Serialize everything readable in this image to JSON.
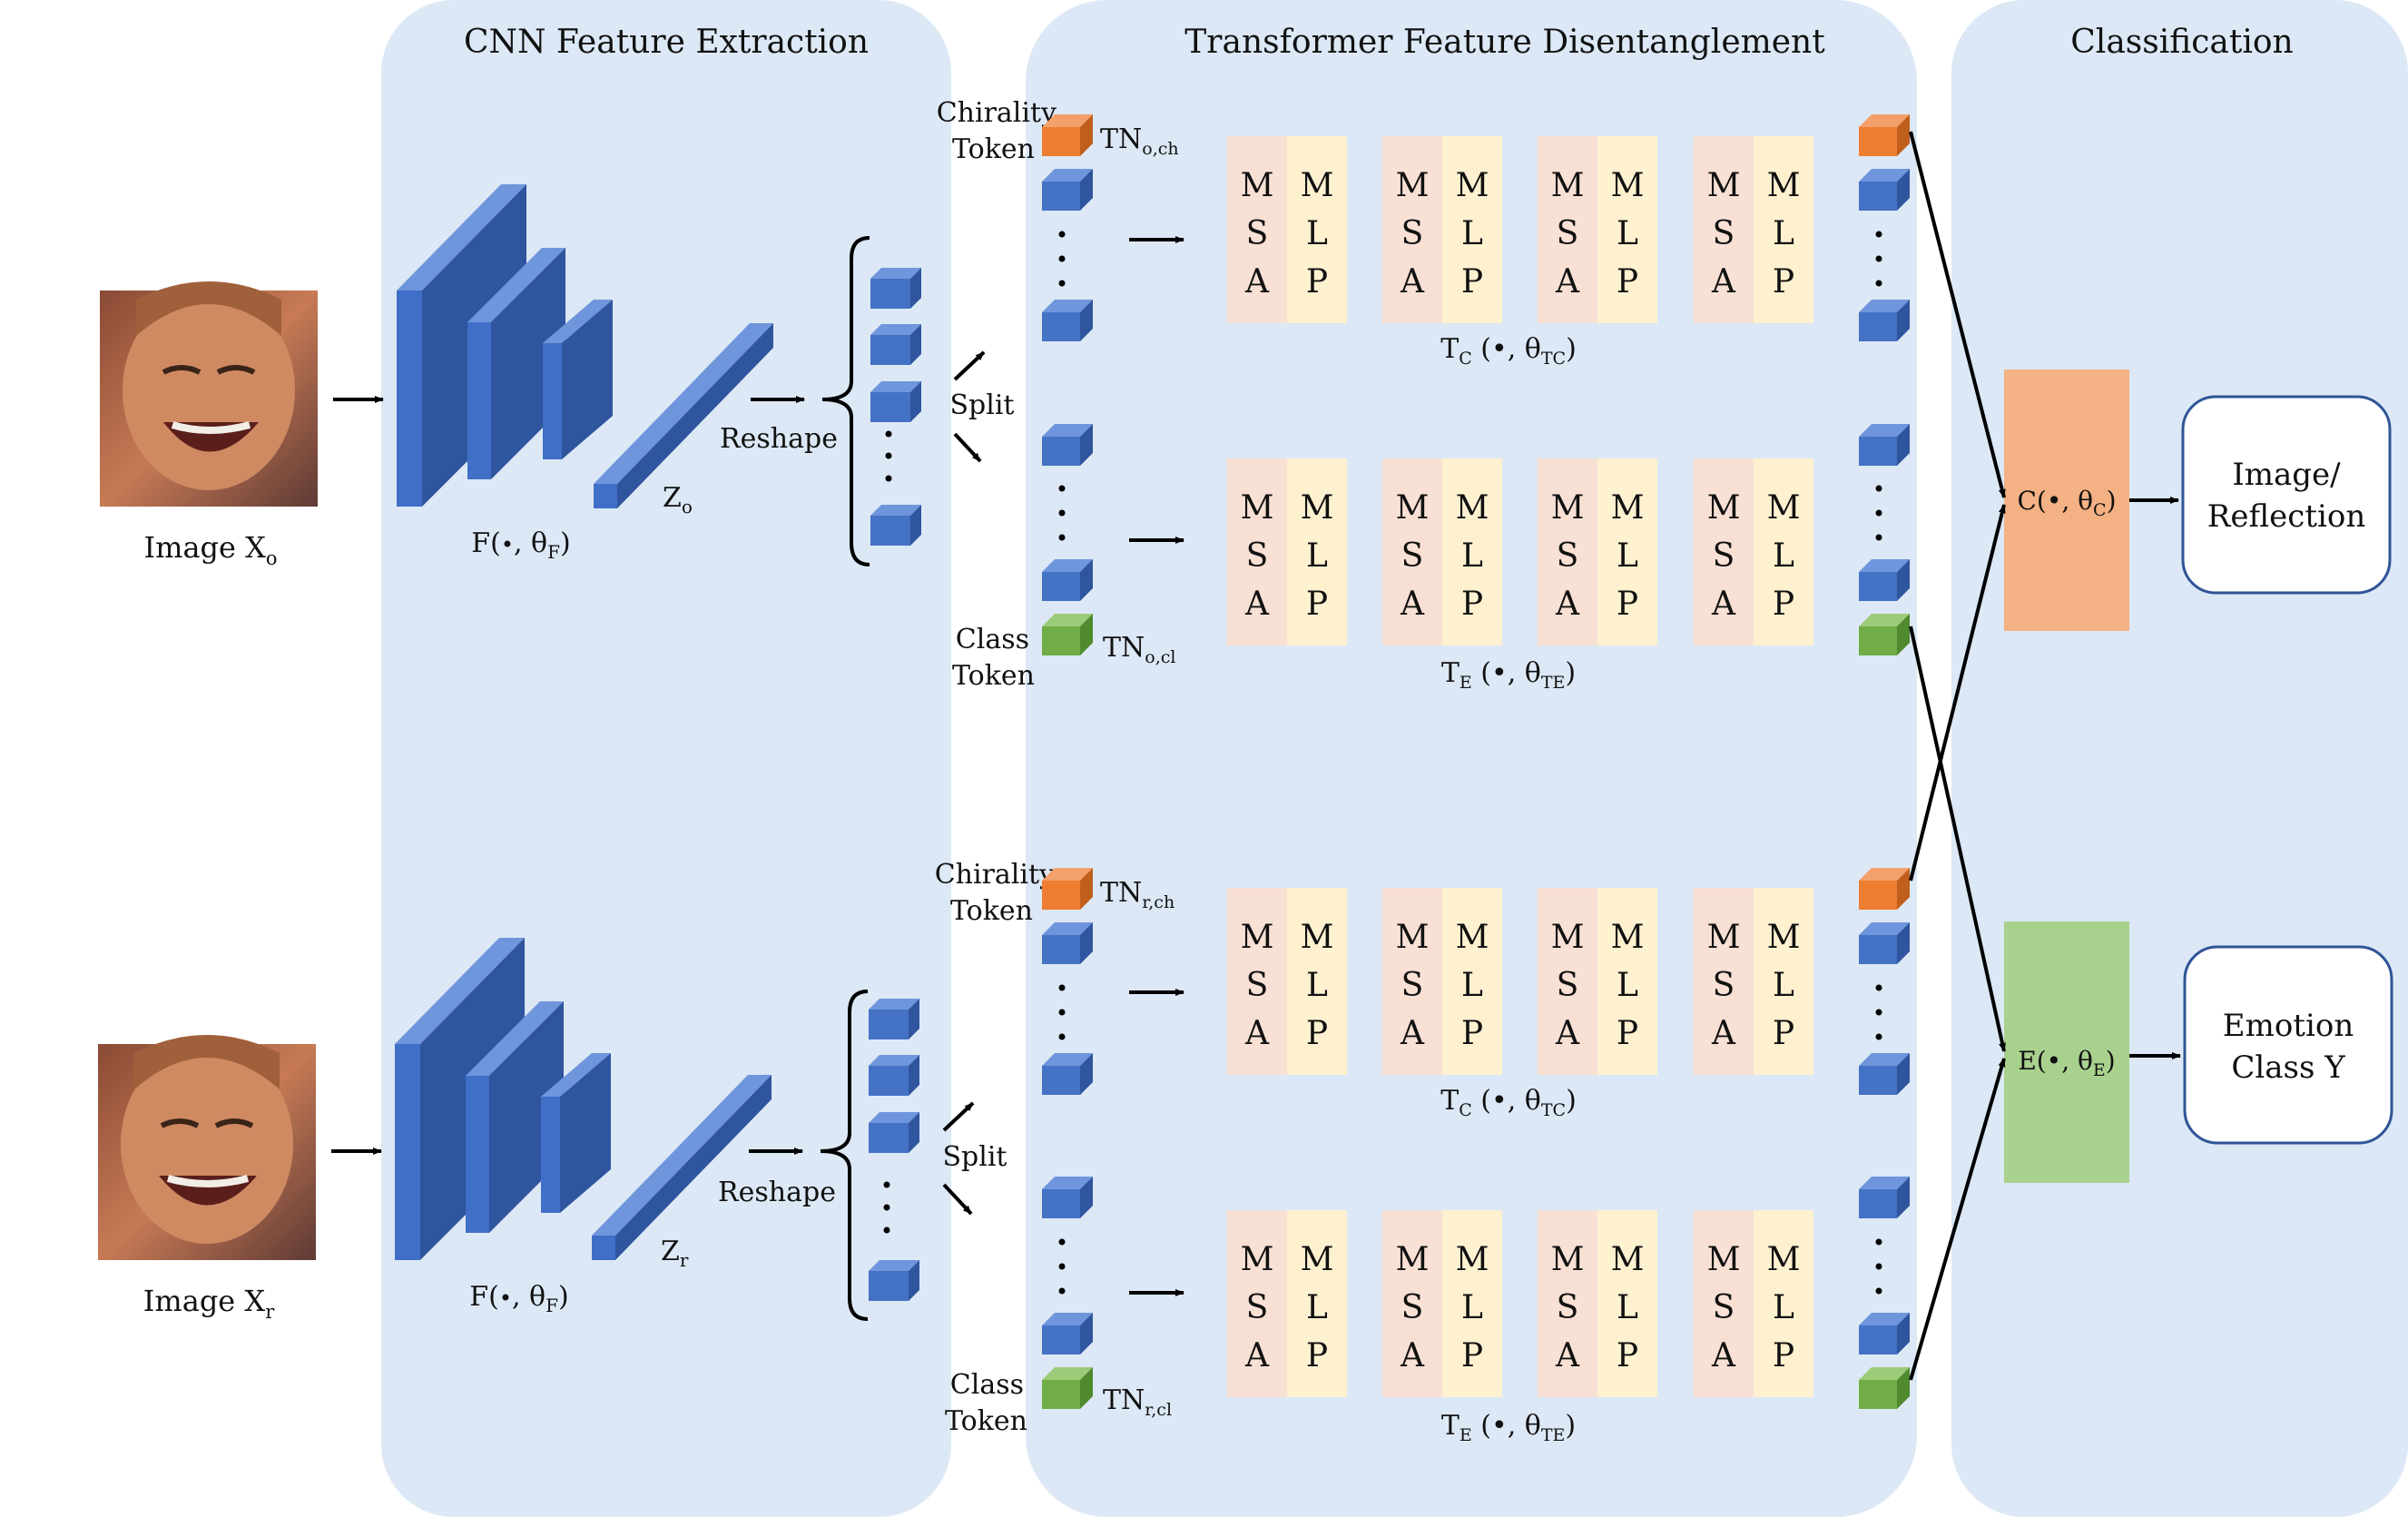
{
  "sections": {
    "cnn": "CNN Feature Extraction",
    "transformer": "Transformer Feature Disentanglement",
    "classification": "Classification"
  },
  "images": {
    "original": {
      "label": "Image X",
      "sub": "o"
    },
    "reflected": {
      "label": "Image X",
      "sub": "r"
    }
  },
  "cnn": {
    "function": {
      "pre": "F(",
      "bullet": "•",
      "mid": ", θ",
      "sub": "F",
      "post": ")"
    },
    "output_o": {
      "label": "Z",
      "sub": "o"
    },
    "output_r": {
      "label": "Z",
      "sub": "r"
    },
    "reshape": "Reshape",
    "split": "Split"
  },
  "tokens": {
    "chirality": [
      "Chirality",
      "Token"
    ],
    "class": [
      "Class",
      "Token"
    ],
    "tn_o_ch": {
      "label": "TN",
      "sub": "o,ch"
    },
    "tn_o_cl": {
      "label": "TN",
      "sub": "o,cl"
    },
    "tn_r_ch": {
      "label": "TN",
      "sub": "r,ch"
    },
    "tn_r_cl": {
      "label": "TN",
      "sub": "r,cl"
    }
  },
  "transformer": {
    "msa": [
      "M",
      "S",
      "A"
    ],
    "mlp": [
      "M",
      "L",
      "P"
    ],
    "tc": {
      "pre": "T",
      "sub": "C",
      "mid": " (•, θ",
      "sub2": "TC",
      "post": ")"
    },
    "te": {
      "pre": "T",
      "sub": "E",
      "mid": " (•, θ",
      "sub2": "TE",
      "post": ")"
    }
  },
  "classifiers": {
    "c": {
      "pre": "C(•, θ",
      "sub": "C",
      "post": ")"
    },
    "e": {
      "pre": "E(•, θ",
      "sub": "E",
      "post": ")"
    }
  },
  "outputs": {
    "reflection": [
      "Image/",
      "Reflection"
    ],
    "emotion": [
      "Emotion",
      "Class Y"
    ]
  },
  "colors": {
    "panel": "#dce8f5",
    "cnn_front": "#3f6fc6",
    "cnn_top": "#6f96dc",
    "cnn_side": "#2f559e",
    "token_blue": "#4472c4",
    "token_orange": "#ed7d31",
    "token_green": "#70ad47",
    "msa": "#f8e0d4",
    "mlp": "#fdf1d0",
    "classifier_c": "#f4b183",
    "classifier_e": "#a9d18e",
    "output_border": "#2f5597"
  }
}
